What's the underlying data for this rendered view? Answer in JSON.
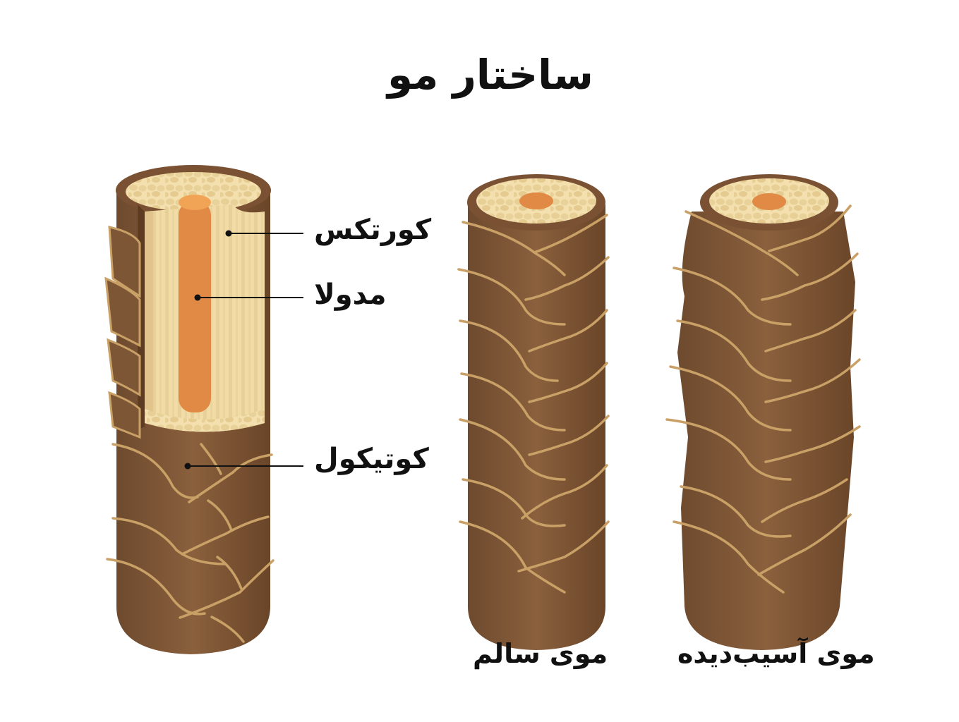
{
  "title": "ساختار مو",
  "labels": {
    "cortex": "کورتکس",
    "medulla": "مدولا",
    "cuticle": "کوتیکول"
  },
  "captions": {
    "healthy": "موی سالم",
    "damaged": "موی آسیب‌دیده"
  },
  "colors": {
    "cuticle_brown": "#7a5233",
    "cuticle_light": "#8a603d",
    "scale_edge": "#c9a066",
    "cortex_cream": "#f1dca6",
    "cortex_cell": "#e6cc92",
    "medulla_orange": "#e08a45",
    "medulla_top": "#f2a456",
    "leader_line": "#111111"
  }
}
